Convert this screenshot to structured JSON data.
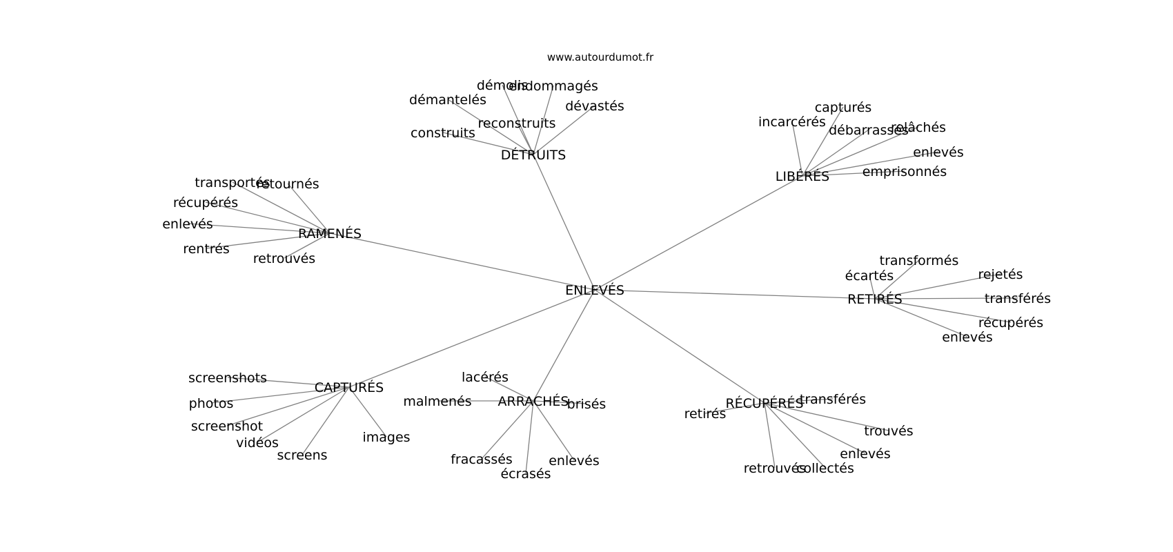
{
  "source": "www.autourdumot.fr",
  "center": "ENLEVÉS",
  "hubs": [
    {
      "id": "detruits",
      "label": "DÉTRUITS",
      "leaves": [
        "démolis",
        "endommagés",
        "démantelés",
        "dévastés",
        "reconstruits",
        "construits"
      ]
    },
    {
      "id": "liberes",
      "label": "LIBÉRÉS",
      "leaves": [
        "capturés",
        "incarcérés",
        "débarrassés",
        "relâchés",
        "enlevés",
        "emprisonnés"
      ]
    },
    {
      "id": "ramenes",
      "label": "RAMENÉS",
      "leaves": [
        "transportés",
        "retournés",
        "récupérés",
        "enlevés",
        "rentrés",
        "retrouvés"
      ]
    },
    {
      "id": "retires",
      "label": "RETIRÉS",
      "leaves": [
        "transformés",
        "écartés",
        "rejetés",
        "transférés",
        "récupérés",
        "enlevés"
      ]
    },
    {
      "id": "captures",
      "label": "CAPTURÉS",
      "leaves": [
        "screenshots",
        "photos",
        "screenshot",
        "vidéos",
        "screens",
        "images"
      ]
    },
    {
      "id": "arraches",
      "label": "ARRACHÉS",
      "leaves": [
        "lacérés",
        "malmenés",
        "brisés",
        "fracassés",
        "écrasés",
        "enlevés"
      ]
    },
    {
      "id": "recuperes",
      "label": "RÉCUPÉRÉS",
      "leaves": [
        "transférés",
        "retirés",
        "trouvés",
        "enlevés",
        "retrouvés",
        "collectés"
      ]
    }
  ]
}
